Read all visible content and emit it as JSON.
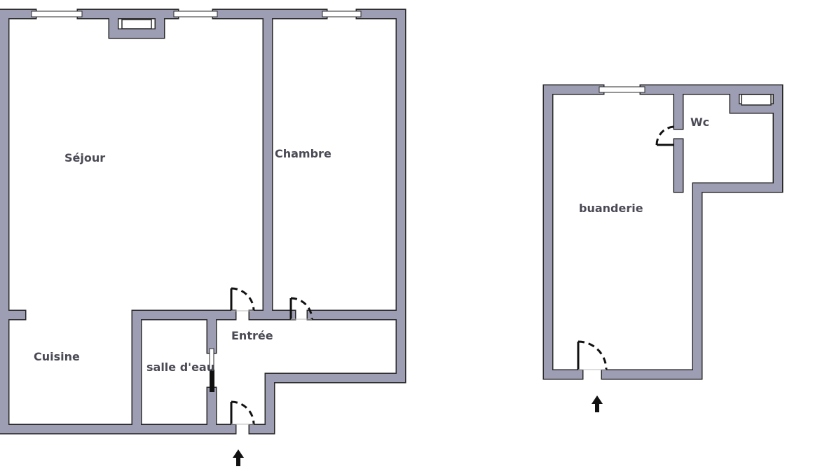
{
  "colors": {
    "wall": "#9d9db3",
    "outline": "#2a2a2a",
    "background": "#ffffff"
  },
  "rooms": {
    "sejour": "Séjour",
    "chambre": "Chambre",
    "cuisine": "Cuisine",
    "salle_deau": "salle d'eau",
    "entree": "Entrée",
    "wc": "Wc",
    "buanderie": "buanderie"
  },
  "icons": {
    "entrance": "arrow-up-icon",
    "door": "door-swing-icon",
    "window": "window-icon"
  }
}
